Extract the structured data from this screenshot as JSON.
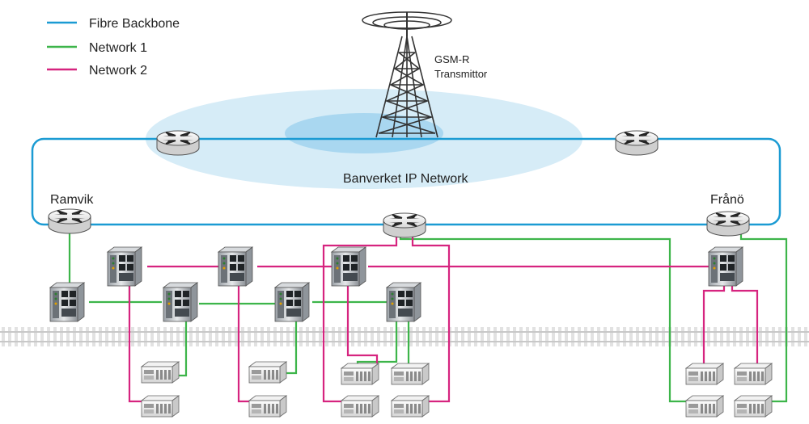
{
  "legend": {
    "fibre_backbone": "Fibre Backbone",
    "network_1": "Network 1",
    "network_2": "Network 2"
  },
  "labels": {
    "transmitter_line1": "GSM-R",
    "transmitter_line2": "Transmittor",
    "network": "Banverket IP Network",
    "station_left": "Ramvik",
    "station_right": "Frånö"
  },
  "colors": {
    "fibre": "#1b9bd3",
    "network_1": "#3db54a",
    "network_2": "#d6247f",
    "cloud_outer": "#d6ecf7",
    "cloud_inner": "#a9d7f0"
  }
}
